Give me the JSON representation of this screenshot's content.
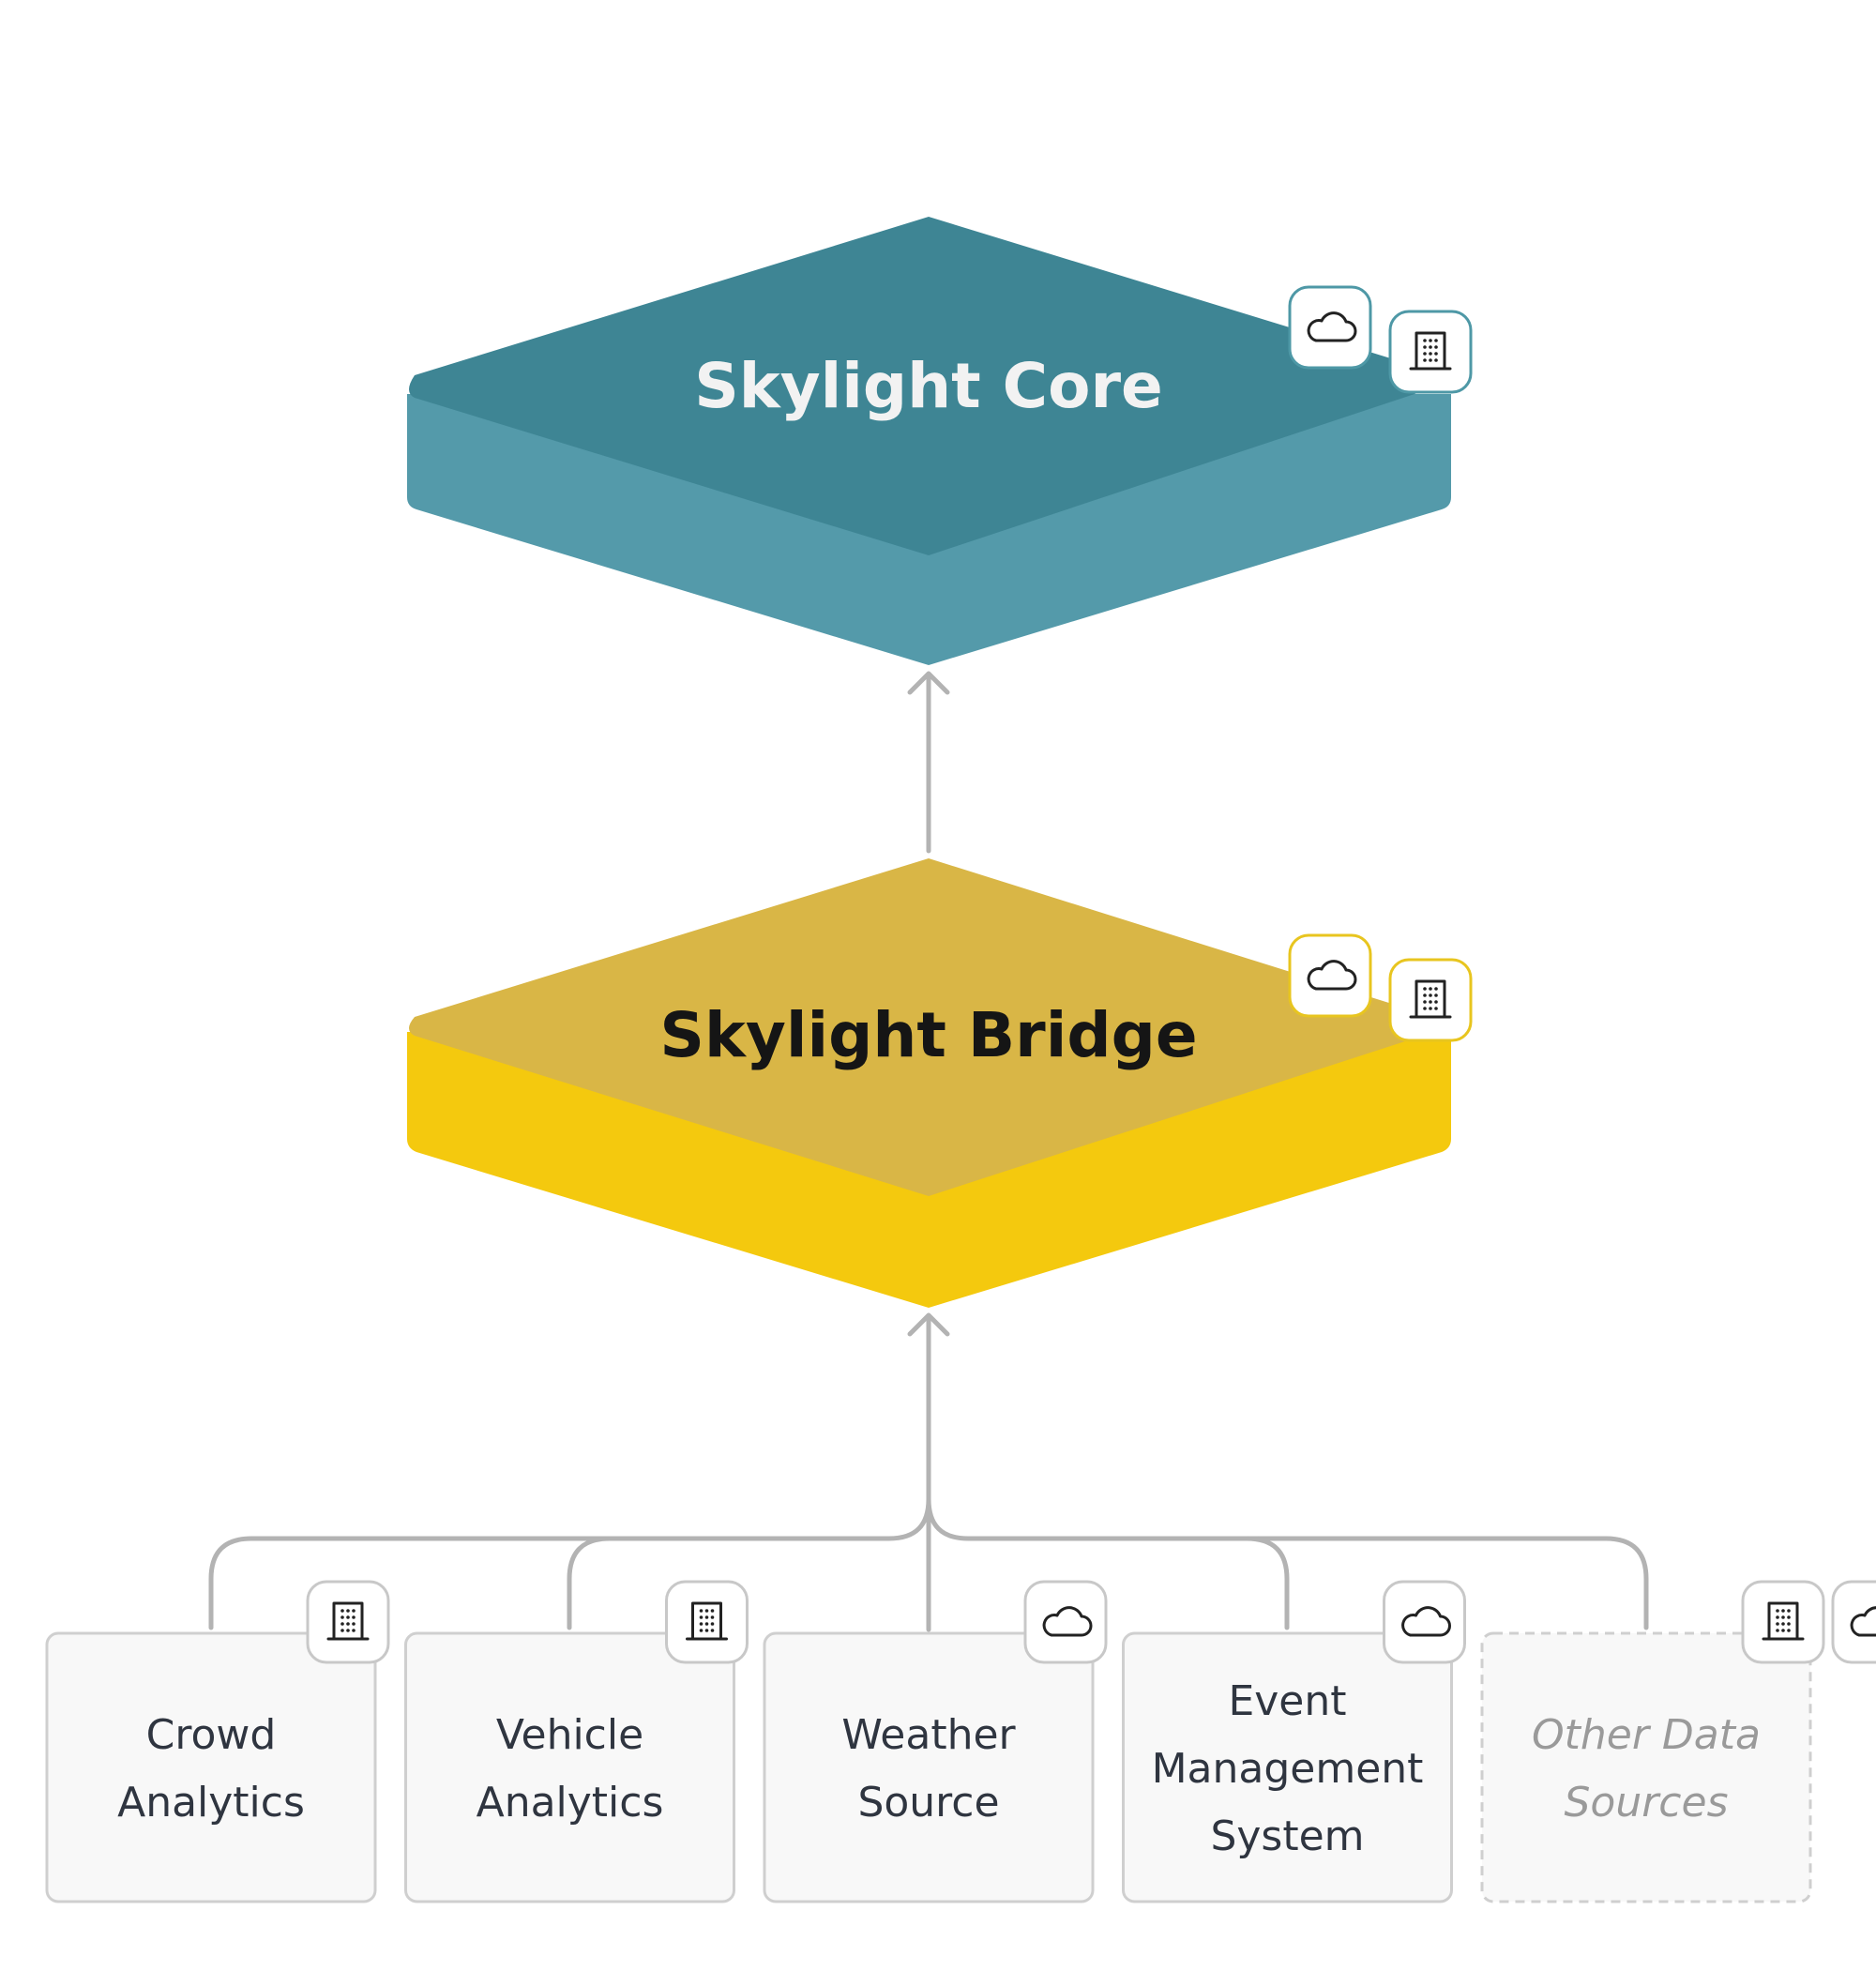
{
  "core": {
    "title": "Skylight Core",
    "top_color": "#3e8594",
    "side_color": "#549aaa",
    "title_color": "#f2f2f2",
    "badges": [
      "cloud-icon",
      "building-icon"
    ]
  },
  "bridge": {
    "title": "Skylight Bridge",
    "top_color": "#d9b646",
    "side_color": "#f4c90e",
    "title_color": "#151515",
    "badges": [
      "cloud-icon",
      "building-icon"
    ]
  },
  "connector_color": "#b3b3b3",
  "sources": [
    {
      "lines": [
        "Crowd",
        "Analytics"
      ],
      "badges": [
        "building-icon"
      ],
      "style": "solid"
    },
    {
      "lines": [
        "Vehicle",
        "Analytics"
      ],
      "badges": [
        "building-icon"
      ],
      "style": "solid"
    },
    {
      "lines": [
        "Weather",
        "Source"
      ],
      "badges": [
        "cloud-icon"
      ],
      "style": "solid"
    },
    {
      "lines": [
        "Event",
        "Management",
        "System"
      ],
      "badges": [
        "cloud-icon"
      ],
      "style": "solid"
    },
    {
      "lines": [
        "Other Data",
        "Sources"
      ],
      "badges": [
        "building-icon",
        "cloud-icon"
      ],
      "style": "dashed"
    }
  ]
}
